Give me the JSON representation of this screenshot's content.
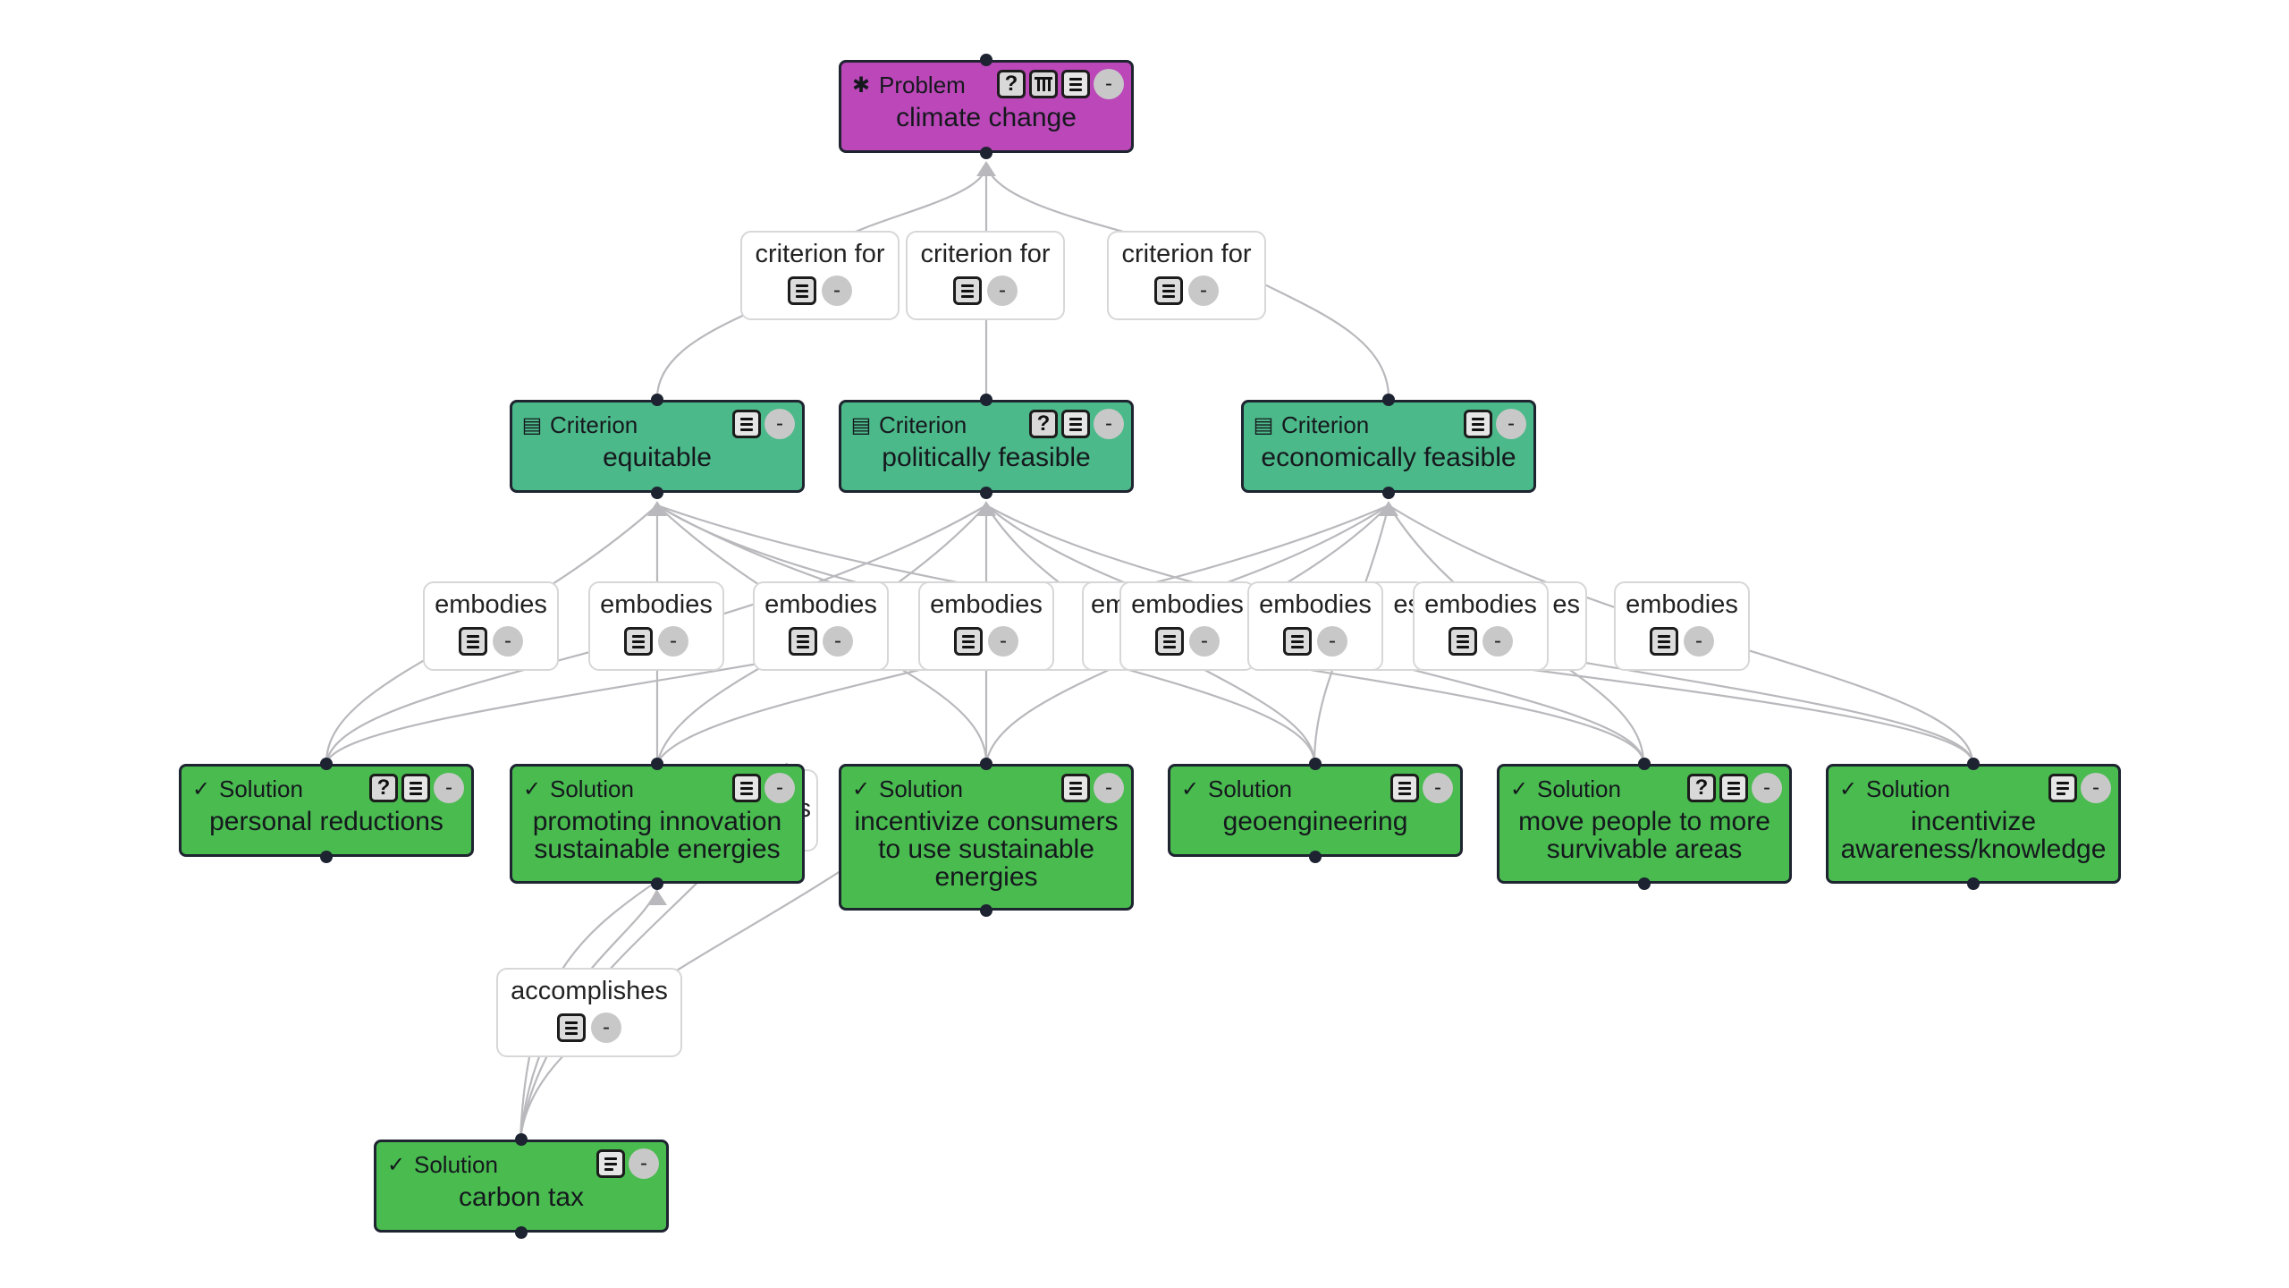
{
  "colors": {
    "problem": "#bb47b9",
    "criterion": "#4cb98a",
    "solution": "#49bb4f",
    "edge": "#b9b9bd",
    "border": "#1e2430"
  },
  "nodes": {
    "problem": {
      "type_label": "Problem",
      "title": "climate change",
      "icon": "puzzle-icon"
    },
    "crit_equitable": {
      "type_label": "Criterion",
      "title": "equitable",
      "icon": "criterion-icon"
    },
    "crit_political": {
      "type_label": "Criterion",
      "title": "politically feasible",
      "icon": "criterion-icon"
    },
    "crit_economic": {
      "type_label": "Criterion",
      "title": "economically feasible",
      "icon": "criterion-icon"
    },
    "sol_personal": {
      "type_label": "Solution",
      "title": "personal reductions",
      "icon": "check-icon"
    },
    "sol_innovation": {
      "type_label": "Solution",
      "title": "promoting innovation sustainable energies",
      "icon": "check-icon"
    },
    "sol_consumers": {
      "type_label": "Solution",
      "title": "incentivize consumers to use sustainable energies",
      "icon": "check-icon"
    },
    "sol_geo": {
      "type_label": "Solution",
      "title": "geoengineering",
      "icon": "check-icon"
    },
    "sol_move": {
      "type_label": "Solution",
      "title": "move people to more survivable areas",
      "icon": "check-icon"
    },
    "sol_awareness": {
      "type_label": "Solution",
      "title": "incentivize awareness/knowledge",
      "icon": "check-icon"
    },
    "sol_carbon": {
      "type_label": "Solution",
      "title": "carbon tax",
      "icon": "check-icon"
    }
  },
  "edge_labels": {
    "criterion_for": "criterion for",
    "embodies": "embodies",
    "accomplishes": "accomplishes",
    "partial_es": "es",
    "partial_em": "em",
    "partial_s": "s"
  },
  "buttons": {
    "question": "?",
    "collapse": "-"
  }
}
